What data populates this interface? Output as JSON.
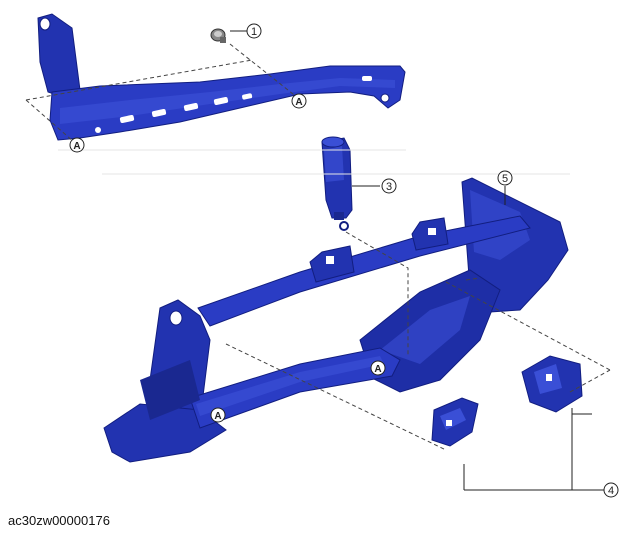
{
  "callouts": [
    "1",
    "3",
    "4",
    "5"
  ],
  "reference_marks": [
    "A",
    "A",
    "A",
    "A"
  ],
  "document_id": "ac30zw00000176",
  "colors": {
    "part_blue": "#2233b0",
    "part_blue_light": "#3a4fd6",
    "part_blue_dark": "#121e80",
    "line": "#444444"
  }
}
